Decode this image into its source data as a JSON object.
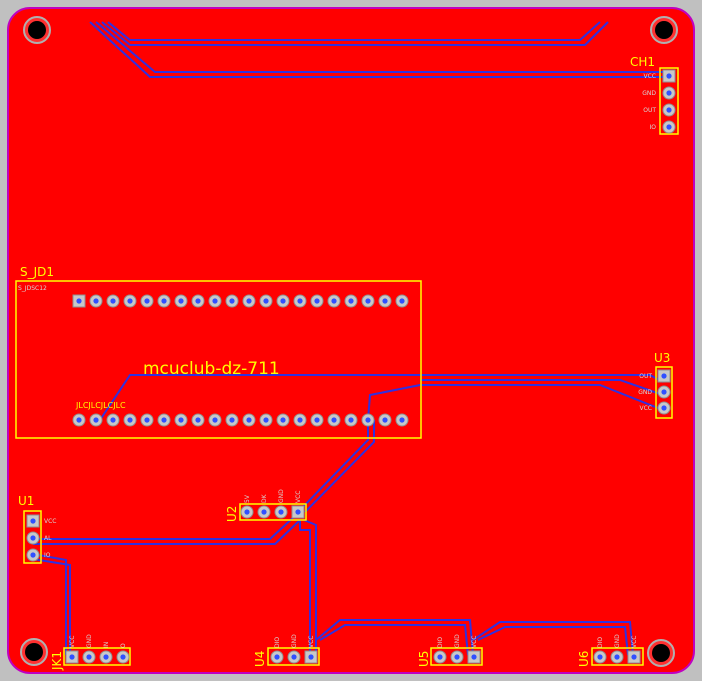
{
  "board": {
    "title": "mcuclub-dz-711",
    "colors": {
      "copper": "#ff0000",
      "trace": "#3030e0",
      "silk": "#ffff00",
      "outline": "#c000c0",
      "background": "#c0c0c0"
    }
  },
  "components": {
    "ch1": {
      "ref": "CH1",
      "pins": [
        "VCC",
        "GND",
        "OUT",
        "IO"
      ]
    },
    "s_jd1": {
      "ref": "S_JD1",
      "top_label": "S_JDSC12",
      "bottom_label": "JLCJLCJLCJLC"
    },
    "u3": {
      "ref": "U3",
      "pins": [
        "OUT",
        "GND",
        "VCC"
      ]
    },
    "u1": {
      "ref": "U1",
      "pins": [
        "VCC",
        "AL",
        "IO"
      ]
    },
    "u2": {
      "ref": "U2",
      "pins": [
        "5V",
        "DK",
        "GND",
        "VCC"
      ]
    },
    "jk1": {
      "ref": "JK1",
      "pins": [
        "VCC",
        "GND",
        "IN",
        "O"
      ]
    },
    "u4": {
      "ref": "U4",
      "pins": [
        "DIO",
        "GND",
        "VCC"
      ]
    },
    "u5": {
      "ref": "U5",
      "pins": [
        "DIO",
        "GND",
        "VCC"
      ]
    },
    "u6": {
      "ref": "U6",
      "pins": [
        "DIO",
        "GND",
        "VCC"
      ]
    }
  }
}
